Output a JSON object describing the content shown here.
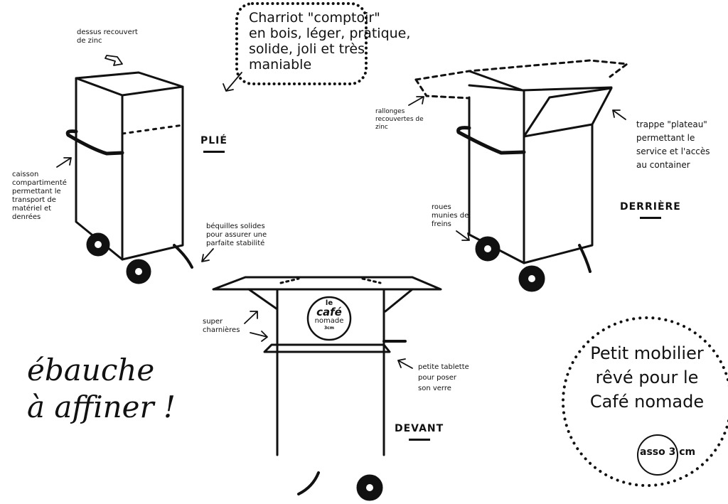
{
  "bubble": {
    "text": "Charriot \"comptoir\"\nen bois, léger, pratique,\nsolide, joli et très\nmaniable"
  },
  "views": {
    "plie": {
      "label": "PLIÉ"
    },
    "derriere": {
      "label": "DERRIÈRE"
    },
    "devant": {
      "label": "DEVANT"
    }
  },
  "annotations": {
    "dessus": "dessus recouvert\nde zinc",
    "caisson": "caisson\ncompartimenté\npermettant le\ntransport de\nmatériel et\ndenrées",
    "bequilles": "béquilles solides\npour assurer une\nparfaite stabilité",
    "rallonges": "rallonges\nrecouvertes de\nzinc",
    "trappe": "trappe \"plateau\"\npermettant le\nservice et l'accès\nau container",
    "roues": "roues\nmunies de\nfreins",
    "charnieres": "super\ncharnières",
    "tablette": "petite tablette\npour poser\nson verre"
  },
  "sketch_note": "ébauche\nà affiner !",
  "circle_note": {
    "text": "Petit mobilier\nrêvé pour le\nCafé nomade",
    "logo": "asso 3 cm"
  },
  "cart_logo": {
    "line1": "le",
    "line2": "café",
    "line3": "nomade",
    "line4": "3cm"
  }
}
